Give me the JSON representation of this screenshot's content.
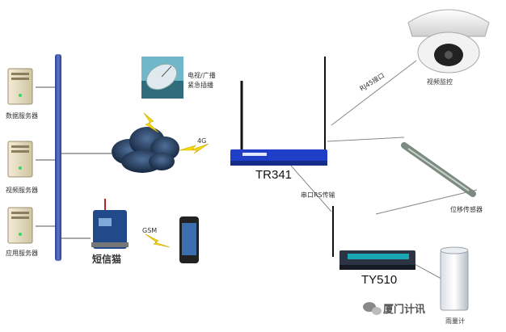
{
  "servers": [
    {
      "label": "数据服务器"
    },
    {
      "label": "视频服务器"
    },
    {
      "label": "应用服务器"
    }
  ],
  "satellite": {
    "label_line1": "电视/广播",
    "label_line2": "紧急插播"
  },
  "links": {
    "cloud_router": "4G",
    "sms_phone": "GSM",
    "router_camera": "RJ45接口",
    "router_ty510": "串口RS传输"
  },
  "devices": {
    "router": "TR341",
    "sms_cat": "短信猫",
    "modem": "TY510"
  },
  "sensors": {
    "camera": "视频监控",
    "displacement": "位移传感器",
    "rain": "雨量计"
  },
  "watermark": {
    "text": "厦门计讯"
  },
  "colors": {
    "backbone": "#3a56a8",
    "router_blue": "#1f3fc8",
    "modem_teal": "#1aa7b5"
  }
}
